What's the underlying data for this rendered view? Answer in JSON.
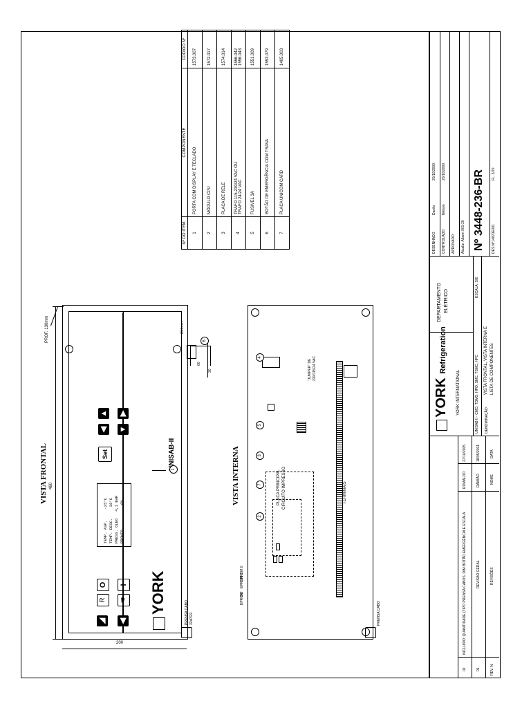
{
  "drawing": {
    "front_view_title": "VISTA FRONTAL",
    "front_width_dim": "460",
    "front_height_dim": "200",
    "depth_label": "PROF. 130mm",
    "dia_label": "Ø40mm",
    "dim_60": "60",
    "dim_30": "30",
    "gland_label": "PRENSA CABO",
    "gland_spec": "32xPG9",
    "internal_view_title": "VISTA INTERNA",
    "gland_label_2": "PRENSA CABO",
    "eprom_labels": [
      "EPROM 0",
      "EPROM 1",
      "OU",
      "EPROM"
    ],
    "jumper_label_1": "\"JUMPER\" DE",
    "jumper_label_2": "230/115/24 VAC",
    "board_label_1": "PLACA PRINCIPAL",
    "board_label_2": "CIRCUITO IMPRESSO",
    "terminals_label": "TERMINAIS",
    "lcd_lines": [
      "TEMP. ASP.     -25°C",
      "TEMP. DESC.     38°C",
      "PRESS. OLEO   4,1 BAR",
      "PRONTO           0%"
    ],
    "model_label": "UNISAB-II",
    "brand_logo": "YORK",
    "set_key": "Set",
    "key_i": "I",
    "key_r": "R",
    "key_o": "O",
    "callouts": [
      "1",
      "2",
      "3",
      "4",
      "5",
      "6",
      "7"
    ]
  },
  "components": {
    "headers": {
      "item": "Nº DO ITEM",
      "component": "COMPONENTE",
      "code": "CODIGO Nº"
    },
    "rows": [
      {
        "item": "1",
        "lines": [
          "PORTA COM DISPLAY E TECLADO"
        ],
        "codes": [
          "1573.007"
        ]
      },
      {
        "item": "2",
        "lines": [
          "MÓDULO CPU"
        ],
        "codes": [
          "1572.017"
        ]
      },
      {
        "item": "3",
        "lines": [
          "PLACA DE RELE"
        ],
        "codes": [
          "1574.014"
        ]
      },
      {
        "item": "4",
        "lines": [
          "TRAFO 115-230/24 VAC OU",
          "TRAFO 24/24 VAC"
        ],
        "codes": [
          "1556.042",
          "1556.043"
        ]
      },
      {
        "item": "5",
        "lines": [
          "FUSIVEL 3A"
        ],
        "codes": [
          "1551.009"
        ]
      },
      {
        "item": "6",
        "lines": [
          "BOTÃO DE EMERGÊNCIA COM TRAVA"
        ],
        "codes": [
          "1553.079"
        ]
      },
      {
        "item": "7",
        "lines": [
          "PLACA UNICOM CARD"
        ],
        "codes": [
          "1405.003"
        ]
      }
    ]
  },
  "title_block": {
    "brand": "YORK",
    "brand_suffix": "Refrigeration",
    "company": "YORK INTERNATIONAL",
    "unisab_line": "UNISAB II - CMO, TDMO, HPO, SMC, TSMC, HPC",
    "department_1": "DEPARTAMENTO",
    "department_2": "ELÉTRICO",
    "scale_label": "ESCALA: S/E",
    "denom_label": "DENOMINAÇÃO:",
    "denom_1": "VISTA FRONTAL, VISTA INTERNA E",
    "denom_2": "LISTA DE COMPONENTES",
    "designed_label": "DESENHADO",
    "designed_by": "Danilo",
    "designed_date": "20/10/2000",
    "checked_label": "CONTROLADO",
    "checked_by": "Nelson",
    "checked_date": "20/10/2000",
    "approved_label": "APROVADO",
    "replaces": "Atualiz. Albom 001-20",
    "number": "Nº 3448-236-BR",
    "des_ref": "DES.N°14870E001",
    "sheet": "FL. 3/20"
  },
  "revisions": {
    "rows": [
      {
        "rev": "02",
        "text": "INCLUIDO: QUANTIDADE (TIPO PRENSA CABOS, DIM.BOTÃO EMERGÊNCIA E ESCALA",
        "name": "ROMALDO",
        "date": "27/10/2005"
      },
      {
        "rev": "01",
        "text": "REVISÃO GERAL",
        "name": "DAMIÃO",
        "date": "18/05/2001"
      }
    ],
    "header_rev": "REV. N",
    "header_text": "REVISÕES",
    "header_name": "NOME",
    "header_date": "DATA"
  }
}
